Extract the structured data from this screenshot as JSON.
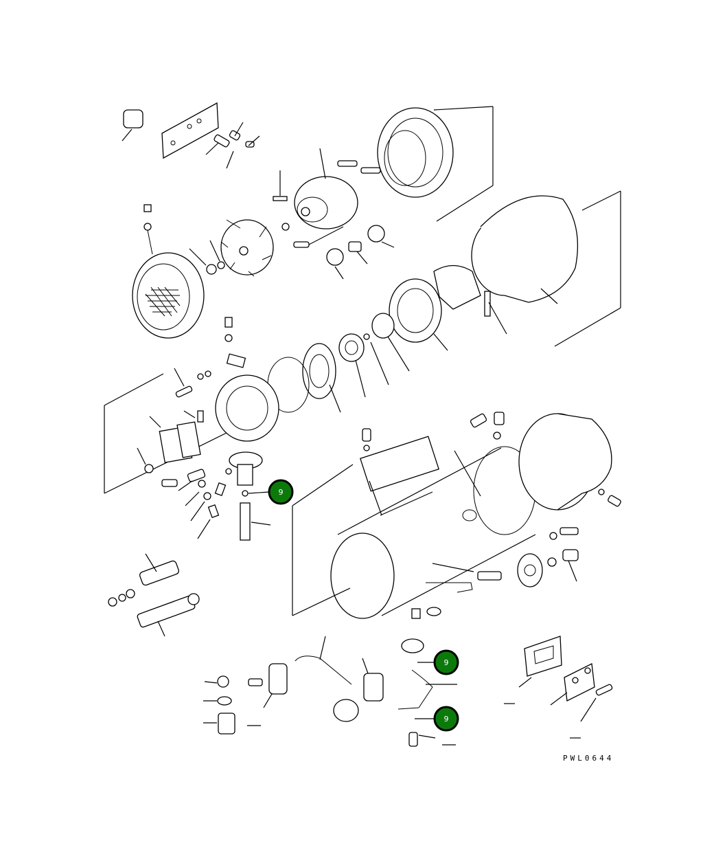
{
  "drawing_code": "PWL0644",
  "callouts": [
    {
      "label": "9"
    },
    {
      "label": "9"
    },
    {
      "label": "9"
    }
  ],
  "colors": {
    "callout_fill": "#0b7a0b",
    "line": "#000000",
    "background": "#ffffff"
  }
}
